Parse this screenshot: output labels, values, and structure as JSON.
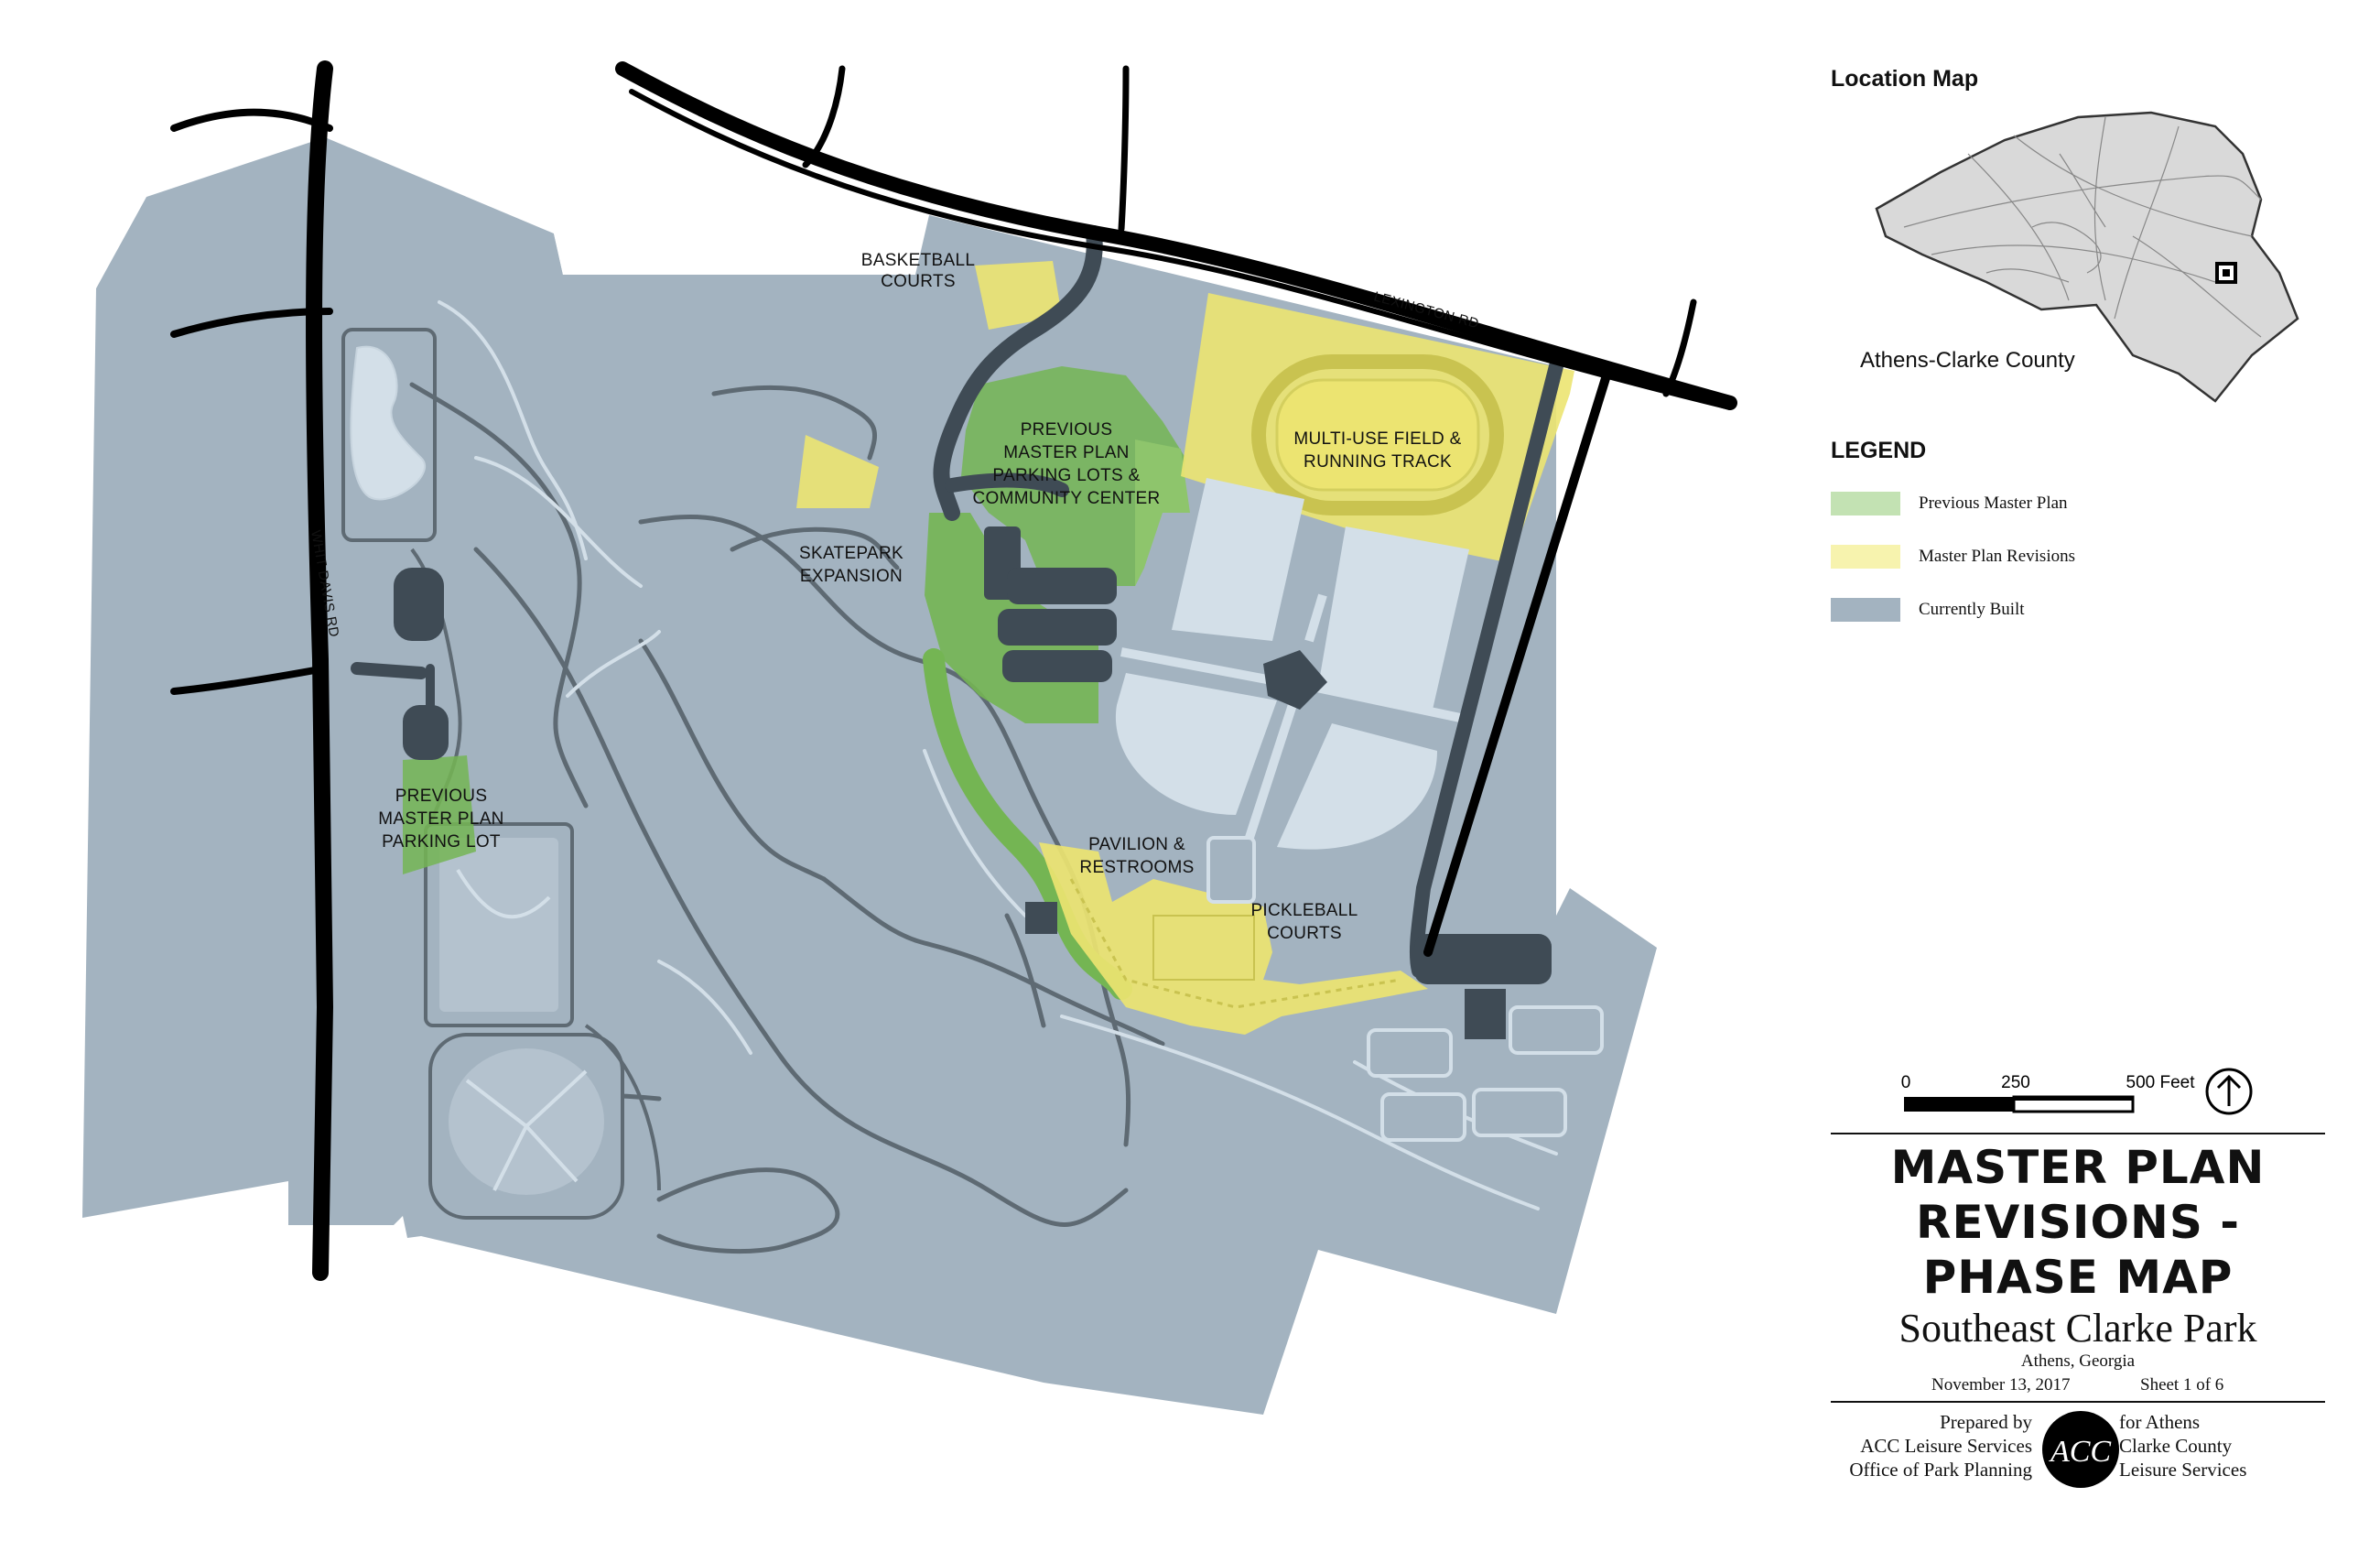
{
  "map": {
    "labels": {
      "basketball_1": "BASKETBALL",
      "basketball_2": "COURTS",
      "lexington_rd": "LEXINGTON RD",
      "white_davis_rd": "WHIT DAVIS RD",
      "community_1": "PREVIOUS",
      "community_2": "MASTER PLAN",
      "community_3": "PARKING LOTS &",
      "community_4": "COMMUNITY CENTER",
      "multiuse_1": "MULTI-USE FIELD &",
      "multiuse_2": "RUNNING TRACK",
      "skate_1": "SKATEPARK",
      "skate_2": "EXPANSION",
      "parking_1": "PREVIOUS",
      "parking_2": "MASTER PLAN",
      "parking_3": "PARKING LOT",
      "pavilion_1": "PAVILION &",
      "pavilion_2": "RESTROOMS",
      "pickle_1": "PICKLEBALL",
      "pickle_2": "COURTS"
    },
    "colors": {
      "built": "#a3b3c0",
      "previous_plan": "#74b553",
      "revisions": "#ece471",
      "field": "#d3dfe8",
      "path": "#5e6a73",
      "building": "#3f4b55"
    }
  },
  "location_map": {
    "title": "Location Map",
    "county": "Athens-Clarke County"
  },
  "legend": {
    "title": "LEGEND",
    "items": [
      {
        "label": "Previous Master Plan",
        "color": "#c3e2b3"
      },
      {
        "label": "Master Plan Revisions",
        "color": "#f7f3ae"
      },
      {
        "label": "Currently Built",
        "color": "#a3b3c0"
      }
    ]
  },
  "scale_bar": {
    "tick_0": "0",
    "tick_1": "250",
    "tick_2": "500 Feet",
    "north_icon": "north-arrow-icon"
  },
  "title_block": {
    "line1": "MASTER PLAN",
    "line2": "REVISIONS -",
    "line3": "PHASE MAP",
    "park": "Southeast Clarke Park",
    "city": "Athens, Georgia",
    "date": "November 13, 2017",
    "sheet": "Sheet 1 of 6"
  },
  "credits": {
    "left_1": "Prepared by",
    "left_2": "ACC Leisure Services",
    "left_3": "Office of Park Planning",
    "logo_text": "ACC",
    "right_1": "for Athens",
    "right_2": "Clarke County",
    "right_3": "Leisure Services"
  }
}
